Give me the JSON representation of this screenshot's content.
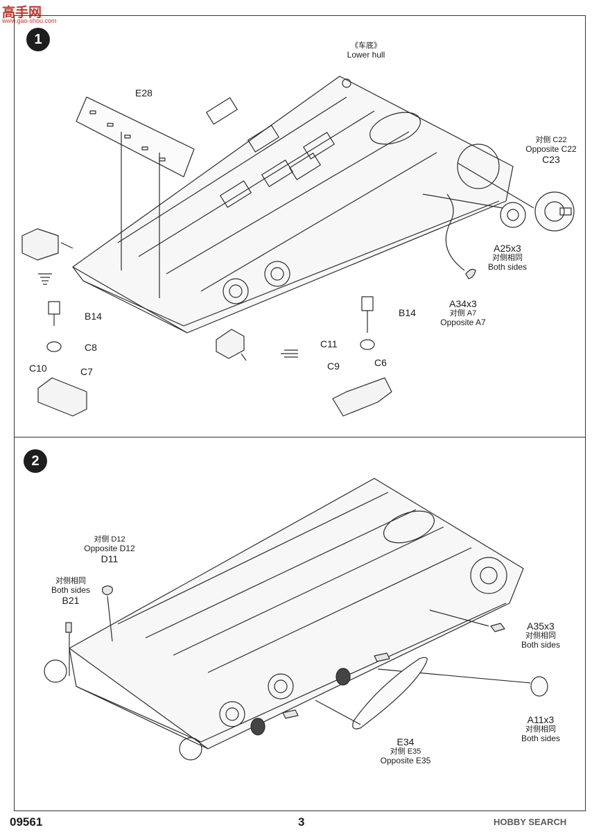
{
  "watermark": {
    "title": "高手网",
    "url": "www.gao-shou.com"
  },
  "steps": [
    {
      "number": "1",
      "labels": {
        "lower_hull_cn": "《车底》",
        "lower_hull": "Lower hull",
        "e28": "E28",
        "c23_cn": "对侧 C22",
        "c23_opp": "Opposite C22",
        "c23": "C23",
        "a25": "A25x3",
        "a25_cn": "对侧相同",
        "a25_both": "Both sides",
        "a34": "A34x3",
        "a34_cn": "对侧 A7",
        "a34_opp": "Opposite A7",
        "b14_left": "B14",
        "c8": "C8",
        "c10": "C10",
        "c7": "C7",
        "b14_right": "B14",
        "c11": "C11",
        "c9": "C9",
        "c6": "C6"
      }
    },
    {
      "number": "2",
      "labels": {
        "d11_cn": "对侧 D12",
        "d11_opp": "Opposite D12",
        "d11": "D11",
        "b21_cn": "对侧相同",
        "b21_both": "Both sides",
        "b21": "B21",
        "a35": "A35x3",
        "a35_cn": "对侧相同",
        "a35_both": "Both sides",
        "a11": "A11x3",
        "a11_cn": "对侧相同",
        "a11_both": "Both sides",
        "e34": "E34",
        "e34_cn": "对侧 E35",
        "e34_opp": "Opposite E35"
      }
    }
  ],
  "footer": {
    "kit_number": "09561",
    "page_number": "3",
    "source": "HOBBY SEARCH"
  }
}
